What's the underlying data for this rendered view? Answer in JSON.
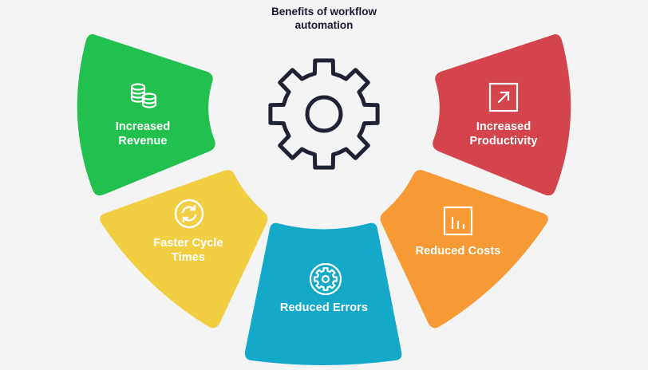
{
  "title": {
    "line1": "Benefits of workflow",
    "line2": "automation"
  },
  "segments": [
    {
      "line1": "Increased",
      "line2": "Revenue",
      "color": "#22c04f",
      "icon": "coins-stack-icon"
    },
    {
      "line1": "Faster Cycle",
      "line2": "Times",
      "color": "#f2ce43",
      "icon": "refresh-cycle-icon"
    },
    {
      "line1": "Reduced Errors",
      "line2": "",
      "color": "#14a9c9",
      "icon": "error-gear-icon"
    },
    {
      "line1": "Reduced Costs",
      "line2": "",
      "color": "#f79a35",
      "icon": "bar-chart-icon"
    },
    {
      "line1": "Increased",
      "line2": "Productivity",
      "color": "#d4444d",
      "icon": "arrow-up-right-icon"
    }
  ],
  "center_icon": "gear-icon"
}
